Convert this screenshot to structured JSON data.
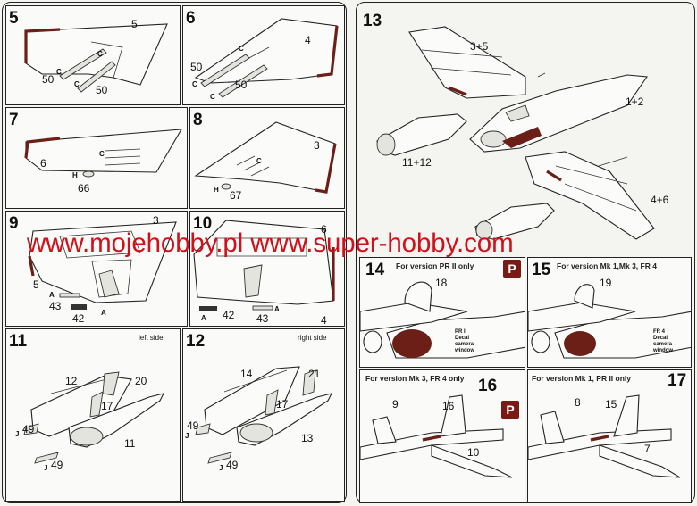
{
  "steps": {
    "s5": {
      "num": "5",
      "labels": [
        "5",
        "50",
        "50",
        "C",
        "C",
        "C"
      ]
    },
    "s6": {
      "num": "6",
      "labels": [
        "4",
        "50",
        "50",
        "C",
        "C",
        "C"
      ]
    },
    "s7": {
      "num": "7",
      "labels": [
        "6",
        "66",
        "C",
        "H"
      ]
    },
    "s8": {
      "num": "8",
      "labels": [
        "3",
        "67",
        "C",
        "H"
      ]
    },
    "s9": {
      "num": "9",
      "labels": [
        "3",
        "5",
        "43",
        "42",
        "A",
        "A"
      ]
    },
    "s10": {
      "num": "10",
      "labels": [
        "6",
        "42",
        "43",
        "4",
        "A",
        "A"
      ]
    },
    "s11": {
      "num": "11",
      "side": "left side",
      "labels": [
        "12",
        "20",
        "17",
        "11",
        "49",
        "49",
        "J",
        "J"
      ]
    },
    "s12": {
      "num": "12",
      "side": "right side",
      "labels": [
        "14",
        "21",
        "17",
        "13",
        "49",
        "49",
        "J",
        "J"
      ]
    },
    "s13": {
      "num": "13",
      "labels": [
        "3+5",
        "1+2",
        "11+12",
        "4+6"
      ]
    },
    "s14": {
      "num": "14",
      "version": "For version PR II only",
      "labels": [
        "18"
      ],
      "note": "PR II\nDecal\ncamera\nwindow"
    },
    "s15": {
      "num": "15",
      "version": "For version Mk 1,Mk 3, FR 4",
      "labels": [
        "19"
      ],
      "note": "FR 4\nDecal\ncamera\nwindow"
    },
    "s16": {
      "num": "16",
      "version": "For version Mk 3, FR 4 only",
      "labels": [
        "9",
        "16",
        "10"
      ]
    },
    "s17": {
      "num": "17",
      "version": "For version Mk 1, PR II only",
      "labels": [
        "8",
        "15",
        "7"
      ]
    }
  },
  "badge_glyph": "P",
  "watermark": "www.mojehobby.pl www.super-hobby.com",
  "colors": {
    "accent": "#6b1f17",
    "watermark": "#d2101a",
    "badge": "#7a1a14"
  }
}
